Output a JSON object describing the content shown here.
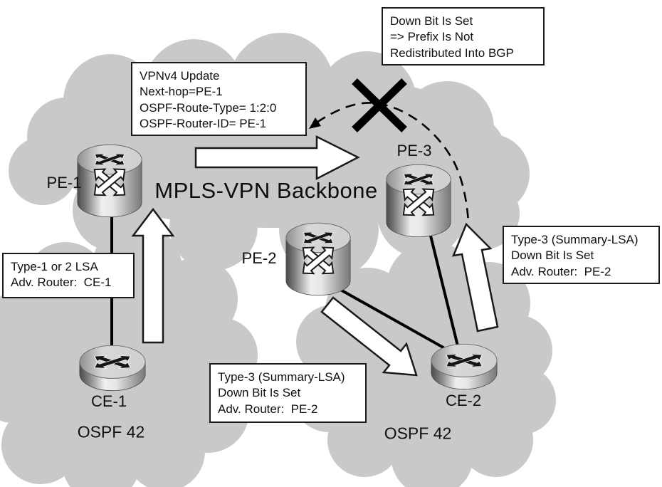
{
  "backbone": {
    "label": "MPLS-VPN Backbone"
  },
  "areas": {
    "left": {
      "label": "OSPF 42"
    },
    "right": {
      "label": "OSPF 42"
    }
  },
  "nodes": {
    "pe1": {
      "label": "PE-1",
      "type": "pe-router"
    },
    "pe2": {
      "label": "PE-2",
      "type": "pe-router"
    },
    "pe3": {
      "label": "PE-3",
      "type": "pe-router"
    },
    "ce1": {
      "label": "CE-1",
      "type": "ce-router"
    },
    "ce2": {
      "label": "CE-2",
      "type": "ce-router"
    }
  },
  "callouts": {
    "down_bit": {
      "lines": [
        "Down Bit Is Set",
        "=> Prefix Is Not",
        "Redistributed Into BGP"
      ]
    },
    "vpnv4_update": {
      "lines": [
        "VPNv4 Update",
        "Next-hop=PE-1",
        "OSPF-Route-Type= 1:2:0",
        "OSPF-Router-ID= PE-1"
      ]
    },
    "type1_lsa": {
      "lines": [
        "Type-1 or 2 LSA",
        "Adv. Router:  CE-1"
      ]
    },
    "type3_lsa_right": {
      "lines": [
        "Type-3 (Summary-LSA)",
        "Down Bit Is Set",
        "Adv. Router:  PE-2"
      ]
    },
    "type3_lsa_bottom": {
      "lines": [
        "Type-3 (Summary-LSA)",
        "Down Bit Is Set",
        "Adv. Router:  PE-2"
      ]
    }
  },
  "links": {
    "pe1_ce1": "solid",
    "pe2_ce2": "solid",
    "pe3_ce2": "solid",
    "pe3_to_vpnv4_blocked": "dashed, blocked with X"
  },
  "colors": {
    "cloud": "#c9c9c9",
    "stroke": "#000000",
    "background": "#ffffff",
    "callout_border": "#1a1a1a"
  }
}
